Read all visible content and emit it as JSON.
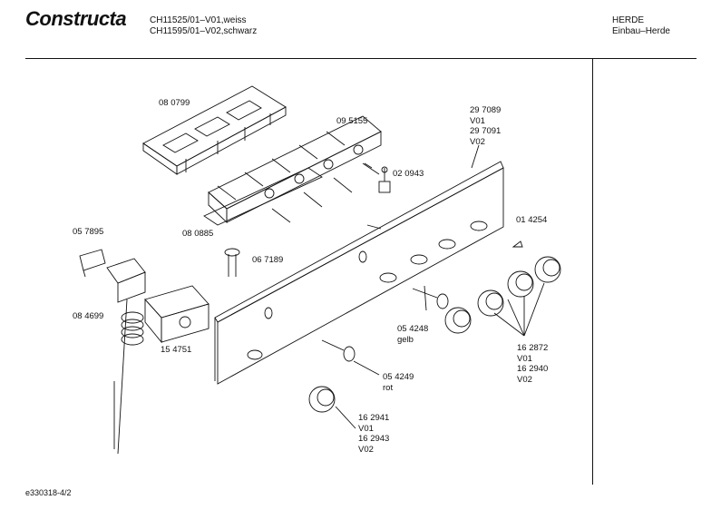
{
  "header": {
    "brand": "Constructa",
    "model_line_1": "CH11525/01–V01,weiss",
    "model_line_2": "CH11595/01–V02,schwarz",
    "category_1": "HERDE",
    "category_2": "Einbau–Herde"
  },
  "footer": {
    "code": "e330318-4/2"
  },
  "parts": [
    {
      "id": "080799",
      "lines": [
        "08 0799"
      ]
    },
    {
      "id": "095155",
      "lines": [
        "09 5155"
      ]
    },
    {
      "id": "297089",
      "lines": [
        "29 7089",
        "V01",
        "29 7091",
        "V02"
      ]
    },
    {
      "id": "020943",
      "lines": [
        "02 0943"
      ]
    },
    {
      "id": "080885",
      "lines": [
        "08 0885"
      ]
    },
    {
      "id": "057895",
      "lines": [
        "05 7895"
      ]
    },
    {
      "id": "067189",
      "lines": [
        "06 7189"
      ]
    },
    {
      "id": "014254",
      "lines": [
        "01 4254"
      ]
    },
    {
      "id": "084699",
      "lines": [
        "08 4699"
      ]
    },
    {
      "id": "154751",
      "lines": [
        "15 4751"
      ]
    },
    {
      "id": "054248",
      "lines": [
        "05 4248",
        "gelb"
      ]
    },
    {
      "id": "162872",
      "lines": [
        "16 2872",
        "V01",
        "16 2940",
        "V02"
      ]
    },
    {
      "id": "054249",
      "lines": [
        "05 4249",
        "rot"
      ]
    },
    {
      "id": "162941",
      "lines": [
        "16 2941",
        "V01",
        "16 2943",
        "V02"
      ]
    }
  ]
}
